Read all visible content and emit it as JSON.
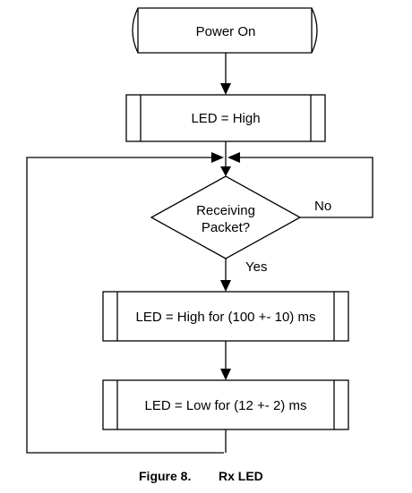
{
  "flowchart": {
    "start": "Power On",
    "init": "LED = High",
    "decision_line1": "Receiving",
    "decision_line2": "Packet?",
    "no_label": "No",
    "yes_label": "Yes",
    "step_high": "LED = High for (100 +- 10) ms",
    "step_low": "LED = Low for (12 +- 2) ms"
  },
  "caption": {
    "figure": "Figure 8.",
    "title": "Rx LED"
  }
}
